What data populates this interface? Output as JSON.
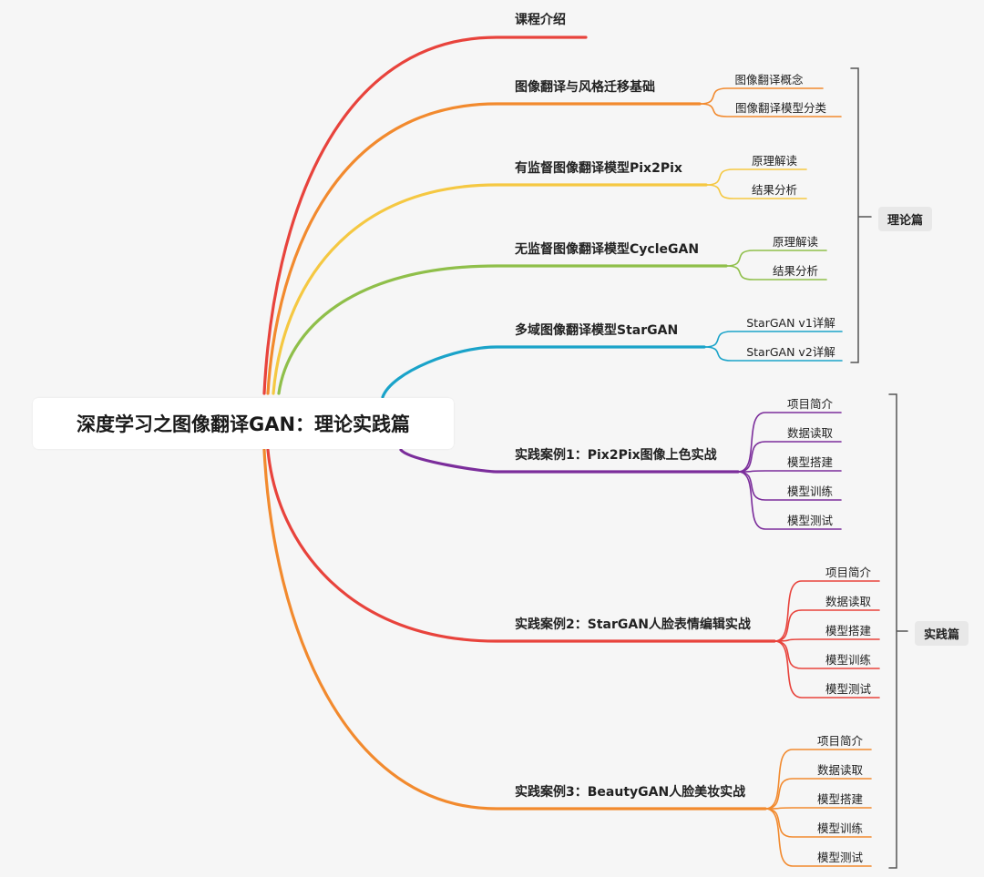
{
  "root": "深度学习之图像翻译GAN：理论实践篇",
  "branches": [
    {
      "label": "课程介绍",
      "color": "#e8433c",
      "children": []
    },
    {
      "label": "图像翻译与风格迁移基础",
      "color": "#f28a2e",
      "children": [
        "图像翻译概念",
        "图像翻译模型分类"
      ]
    },
    {
      "label": "有监督图像翻译模型Pix2Pix",
      "color": "#f5c842",
      "children": [
        "原理解读",
        "结果分析"
      ]
    },
    {
      "label": "无监督图像翻译模型CycleGAN",
      "color": "#8fbf4a",
      "children": [
        "原理解读",
        "结果分析"
      ]
    },
    {
      "label": "多域图像翻译模型StarGAN",
      "color": "#1aa3c9",
      "children": [
        "StarGAN v1详解",
        "StarGAN v2详解"
      ]
    },
    {
      "label": "实践案例1：Pix2Pix图像上色实战",
      "color": "#7b2d9b",
      "children": [
        "项目简介",
        "数据读取",
        "模型搭建",
        "模型训练",
        "模型测试"
      ]
    },
    {
      "label": "实践案例2：StarGAN人脸表情编辑实战",
      "color": "#e8433c",
      "children": [
        "项目简介",
        "数据读取",
        "模型搭建",
        "模型训练",
        "模型测试"
      ]
    },
    {
      "label": "实践案例3：BeautyGAN人脸美妆实战",
      "color": "#f28a2e",
      "children": [
        "项目简介",
        "数据读取",
        "模型搭建",
        "模型训练",
        "模型测试"
      ]
    }
  ],
  "groups": [
    {
      "label": "理论篇"
    },
    {
      "label": "实践篇"
    }
  ]
}
